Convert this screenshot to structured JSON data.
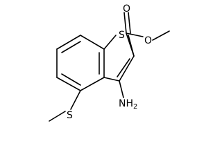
{
  "molecule": {
    "atoms": {
      "ring_sulfur": "S",
      "carbonyl_oxygen": "O",
      "ester_oxygen": "O",
      "amine": {
        "main": "NH",
        "subscript": "2"
      },
      "thioether_sulfur": "S"
    }
  }
}
